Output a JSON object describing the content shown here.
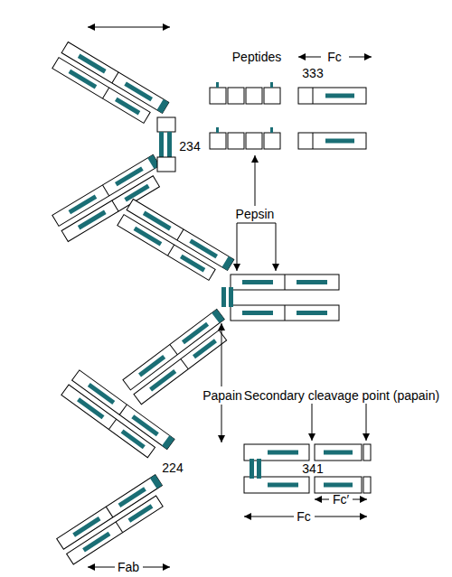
{
  "diagram": {
    "labels": [
      "Peptides",
      "Fc",
      "333",
      "234",
      "Pepsin",
      "Papain",
      "Secondary cleavage point (papain)",
      "224",
      "341",
      "Fc′",
      "Fc",
      "Fab"
    ]
  }
}
